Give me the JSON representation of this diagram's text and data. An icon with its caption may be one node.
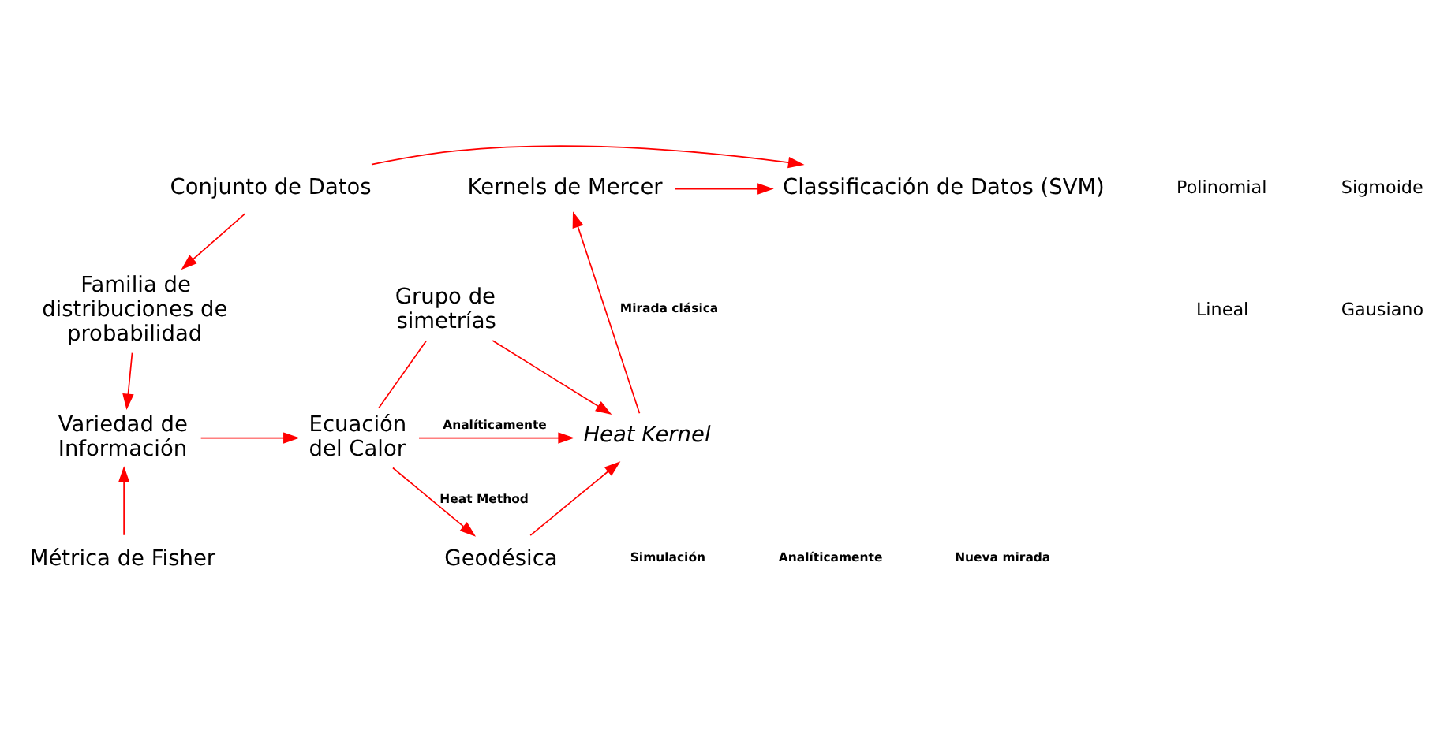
{
  "diagram": {
    "nodes": [
      {
        "text": [
          "Classificación de Datos (SVM)"
        ]
      },
      {
        "text": [
          "Conjunto de Datos"
        ]
      },
      {
        "text": [
          "Kernels de Mercer"
        ]
      },
      {
        "text": [
          "Familia de distribuciones de probabilidad"
        ]
      },
      {
        "text": [
          "Grupo de simetrías"
        ]
      },
      {
        "text": [
          "Variedad de Información"
        ]
      },
      {
        "text": [
          "Ecuación del Calor"
        ]
      },
      {
        "text": [
          "Heat Kernel"
        ]
      },
      {
        "text": [
          "Métrica de Fisher"
        ]
      },
      {
        "text": [
          "Geodésica"
        ]
      }
    ],
    "edges": [
      {
        "from": 1,
        "to": 0,
        "arrow": "to"
      },
      {
        "from": 2,
        "to": 0,
        "arrow": "to"
      },
      {
        "from": 1,
        "to": 3,
        "arrow": "to"
      },
      {
        "from": 3,
        "to": 5,
        "arrow": "to"
      },
      {
        "from": 8,
        "to": 5,
        "arrow": "to"
      },
      {
        "from": 5,
        "to": 6,
        "arrow": "to"
      },
      {
        "from": 6,
        "to": 4,
        "arrow": "none"
      },
      {
        "from": 4,
        "to": 7,
        "arrow": "to"
      },
      {
        "from": 6,
        "to": 7,
        "arrow": "to",
        "label": "Analíticamente"
      },
      {
        "from": 6,
        "to": 9,
        "arrow": "to",
        "label": "Heat Method"
      },
      {
        "from": 9,
        "to": 7,
        "arrow": "to"
      },
      {
        "from": 7,
        "to": 2,
        "arrow": "to",
        "label": "Mirada clásica"
      }
    ],
    "labels": [
      "Polinomial",
      "Sigmoide",
      "Lineal",
      "Gausiano",
      "Simulación",
      "Analíticamente",
      "Nueva mirada"
    ]
  }
}
